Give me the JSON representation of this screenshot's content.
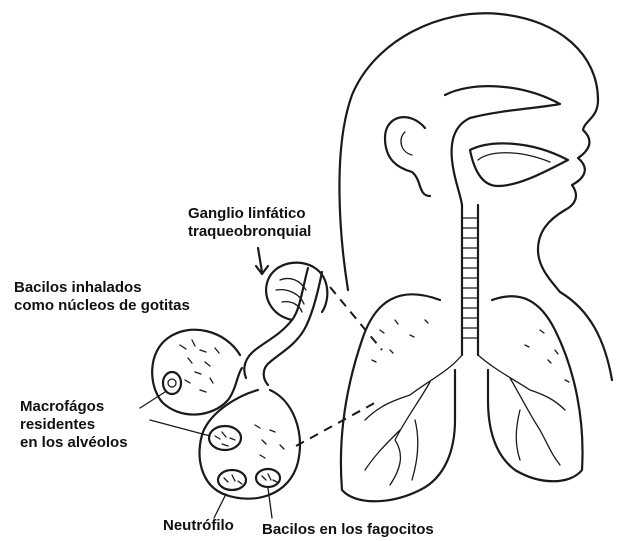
{
  "labels": {
    "lymph_node_line1": "Ganglio linfático",
    "lymph_node_line2": "traqueobronquial",
    "bacilli_inhaled_line1": "Bacilos inhalados",
    "bacilli_inhaled_line2": "como núcleos de gotitas",
    "macrophages_line1": "Macrofágos",
    "macrophages_line2": "residentes",
    "macrophages_line3": "en los alvéolos",
    "neutrophil": "Neutrófilo",
    "bacilli_phagocytes": "Bacilos en los fagocitos"
  },
  "colors": {
    "ink": "#1a1a1a",
    "background": "#ffffff"
  }
}
